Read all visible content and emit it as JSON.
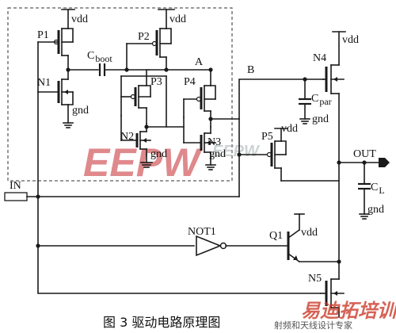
{
  "caption": "图 3 驱动电路原理图",
  "labels": {
    "vdd": "vdd",
    "gnd": "gnd",
    "p1": "P1",
    "p2": "P2",
    "p3": "P3",
    "p4": "P4",
    "p5": "P5",
    "n1": "N1",
    "n2": "N2",
    "n3": "N3",
    "n4": "N4",
    "n5": "N5",
    "q1": "Q1",
    "not1": "NOT1",
    "node_a": "A",
    "node_b": "B",
    "input": "IN",
    "output": "OUT",
    "cboot_c": "C",
    "cboot_sub": "boot",
    "cpar_c": "C",
    "cpar_sub": "par",
    "cl_c": "C",
    "cl_sub": "L"
  },
  "watermark": {
    "brand": "EEPW",
    "brand_color": "#c0161c",
    "mark": "易迪拓培训",
    "mark_color": "#c8301e",
    "tagline": "射频和天线设计专家",
    "site": "EEPW"
  }
}
